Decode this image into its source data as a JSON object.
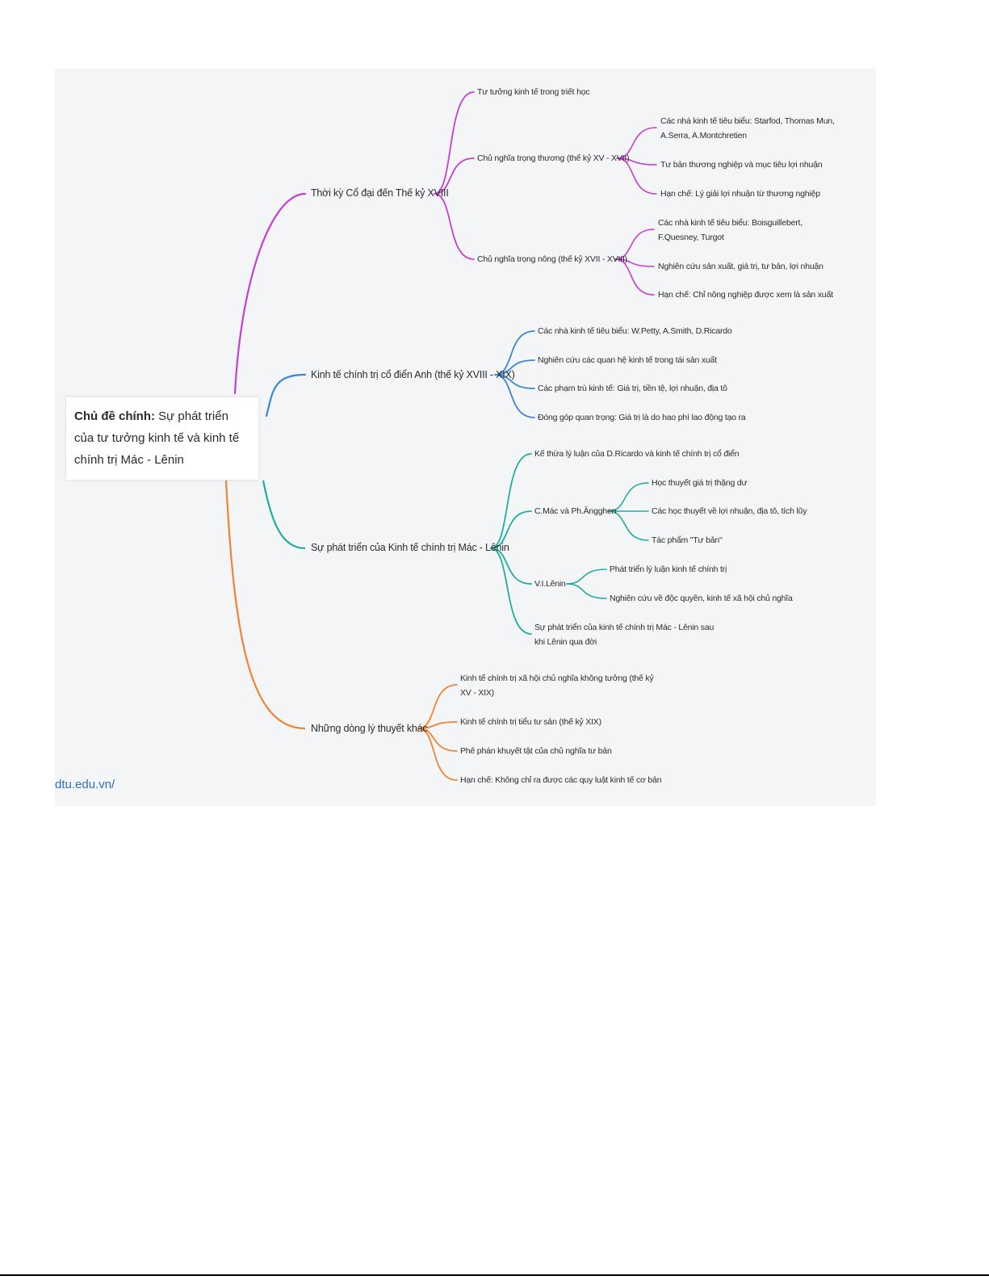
{
  "root": {
    "label_bold": "Chủ đề chính:",
    "label_rest": " Sự phát triển của tư tưởng kinh tế và kinh tế chính trị Mác - Lênin"
  },
  "branches": [
    {
      "label": "Thời kỳ Cổ đại đến Thế kỷ XVIII",
      "color": "#c53fd0",
      "children": [
        {
          "label": "Tư tưởng kinh tế trong triết học",
          "children": []
        },
        {
          "label": "Chủ nghĩa trọng thương (thế kỷ XV - XVII)",
          "children": [
            {
              "label": "Các nhà kinh tế tiêu biểu: Starfod, Thomas Mun, A.Serra, A.Montchretien"
            },
            {
              "label": "Tư bản thương nghiệp và mục tiêu lợi nhuận"
            },
            {
              "label": "Hạn chế: Lý giải lợi nhuận từ thương nghiệp"
            }
          ]
        },
        {
          "label": "Chủ nghĩa trọng nông (thế kỷ XVII - XVIII)",
          "children": [
            {
              "label": "Các nhà kinh tế tiêu biểu: Boisguillebert, F.Quesney, Turgot"
            },
            {
              "label": "Nghiên cứu sản xuất, giá trị, tư bản, lợi nhuận"
            },
            {
              "label": "Hạn chế: Chỉ nông nghiệp được xem là sản xuất"
            }
          ]
        }
      ]
    },
    {
      "label": "Kinh tế chính trị cổ điển Anh (thế kỷ XVIII - XIX)",
      "color": "#3a87d6",
      "children": [
        {
          "label": "Các nhà kinh tế tiêu biểu: W.Petty, A.Smith, D.Ricardo"
        },
        {
          "label": "Nghiên cứu các quan hệ kinh tế trong tái sản xuất"
        },
        {
          "label": "Các phạm trù kinh tế: Giá trị, tiền tệ, lợi nhuận, địa tô"
        },
        {
          "label": "Đóng góp quan trọng: Giá trị là do hao phí lao động tạo ra"
        }
      ]
    },
    {
      "label": "Sự phát triển của Kinh tế chính trị Mác - Lênin",
      "color": "#1fad9f",
      "children": [
        {
          "label": "Kế thừa lý luận của D.Ricardo và kinh tế chính trị cổ điển",
          "children": []
        },
        {
          "label": "C.Mác và Ph.Ăngghen",
          "children": [
            {
              "label": "Học thuyết giá trị thặng dư"
            },
            {
              "label": "Các học thuyết về lợi nhuận, địa tô, tích lũy"
            },
            {
              "label": "Tác phẩm \"Tư bản\""
            }
          ]
        },
        {
          "label": "V.I.Lênin",
          "children": [
            {
              "label": "Phát triển lý luận kinh tế chính trị"
            },
            {
              "label": "Nghiên cứu về độc quyền, kinh tế xã hội chủ nghĩa"
            }
          ]
        },
        {
          "label": "Sự phát triển của kinh tế chính trị Mác - Lênin sau khi Lênin qua đời",
          "children": []
        }
      ]
    },
    {
      "label": "Những dòng lý thuyết khác",
      "color": "#ee8433",
      "children": [
        {
          "label": "Kinh tế chính trị xã hội chủ nghĩa không tưởng (thế kỷ XV - XIX)"
        },
        {
          "label": "Kinh tế chính trị tiểu tư sản (thế kỷ XIX)"
        },
        {
          "label": "Phê phán khuyết tật của chủ nghĩa tư bản"
        },
        {
          "label": "Hạn chế: Không chỉ ra được các quy luật kinh tế cơ bản"
        }
      ]
    }
  ],
  "watermark": "dtu.edu.vn/"
}
